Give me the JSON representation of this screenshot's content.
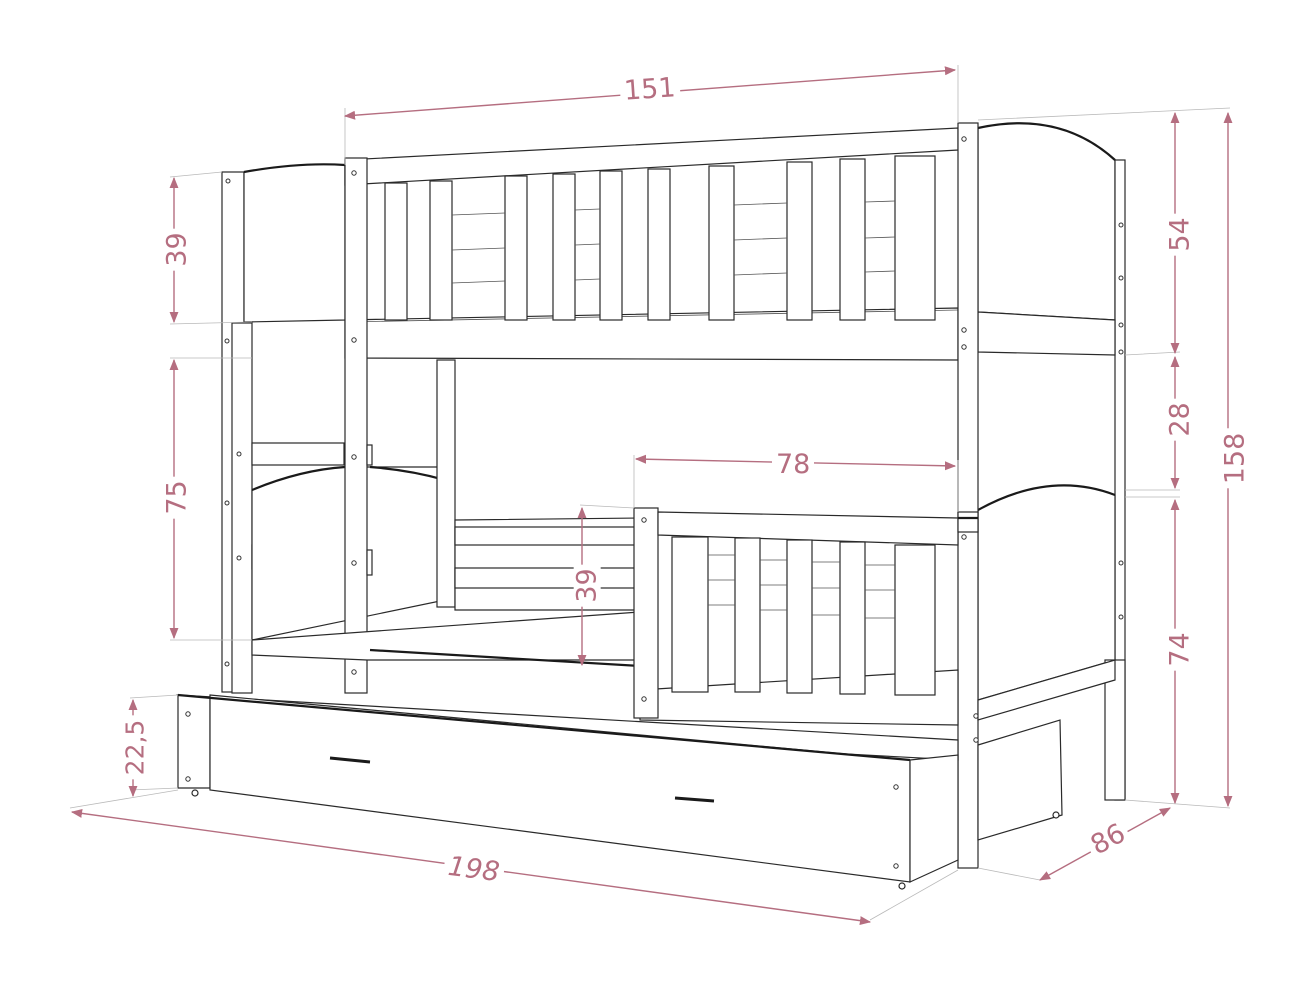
{
  "diagram": {
    "subject": "Bunk bed with trundle drawer - dimension drawing",
    "units": "cm",
    "colors": {
      "dimension": "#b56e80",
      "outline": "#2a2a2a",
      "background": "#ffffff"
    }
  },
  "dimensions": {
    "top_width": {
      "label": "151",
      "description": "upper bunk inner length"
    },
    "top_rail_height": {
      "label": "39",
      "description": "upper guard rail height (left)"
    },
    "lower_clearance": {
      "label": "75",
      "description": "clearance between bunks (left)"
    },
    "drawer_height": {
      "label": "22,5",
      "description": "drawer height"
    },
    "total_length": {
      "label": "198",
      "description": "overall length"
    },
    "depth": {
      "label": "86",
      "description": "overall depth"
    },
    "upper_headboard": {
      "label": "54",
      "description": "upper section height (right)"
    },
    "mid_gap": {
      "label": "28",
      "description": "middle gap (right)"
    },
    "lower_section": {
      "label": "74",
      "description": "lower section height (right)"
    },
    "total_height": {
      "label": "158",
      "description": "overall height"
    },
    "lower_opening": {
      "label": "78",
      "description": "lower rail opening width"
    },
    "lower_rail_height": {
      "label": "39",
      "description": "lower guard rail height"
    }
  }
}
